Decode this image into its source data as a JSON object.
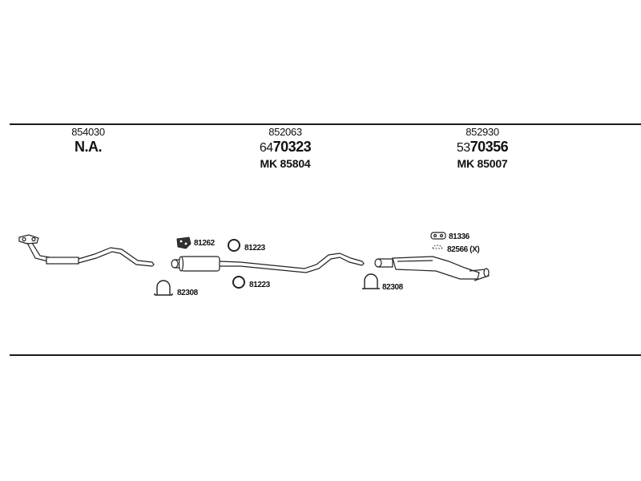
{
  "columns": [
    {
      "part_number": "854030",
      "main": {
        "prefix": "",
        "code": "N.A."
      },
      "mk": ""
    },
    {
      "part_number": "852063",
      "main": {
        "prefix": "64",
        "code": "70323"
      },
      "mk": "MK 85804"
    },
    {
      "part_number": "852930",
      "main": {
        "prefix": "53",
        "code": "70356"
      },
      "mk": "MK 85007"
    }
  ],
  "parts": {
    "gasket_1": "81262",
    "ring_1": "81223",
    "ring_2": "81223",
    "clamp_1": "82308",
    "clamp_2": "82308",
    "rubber_mount": "81336",
    "hanger": "82566 (X)"
  }
}
